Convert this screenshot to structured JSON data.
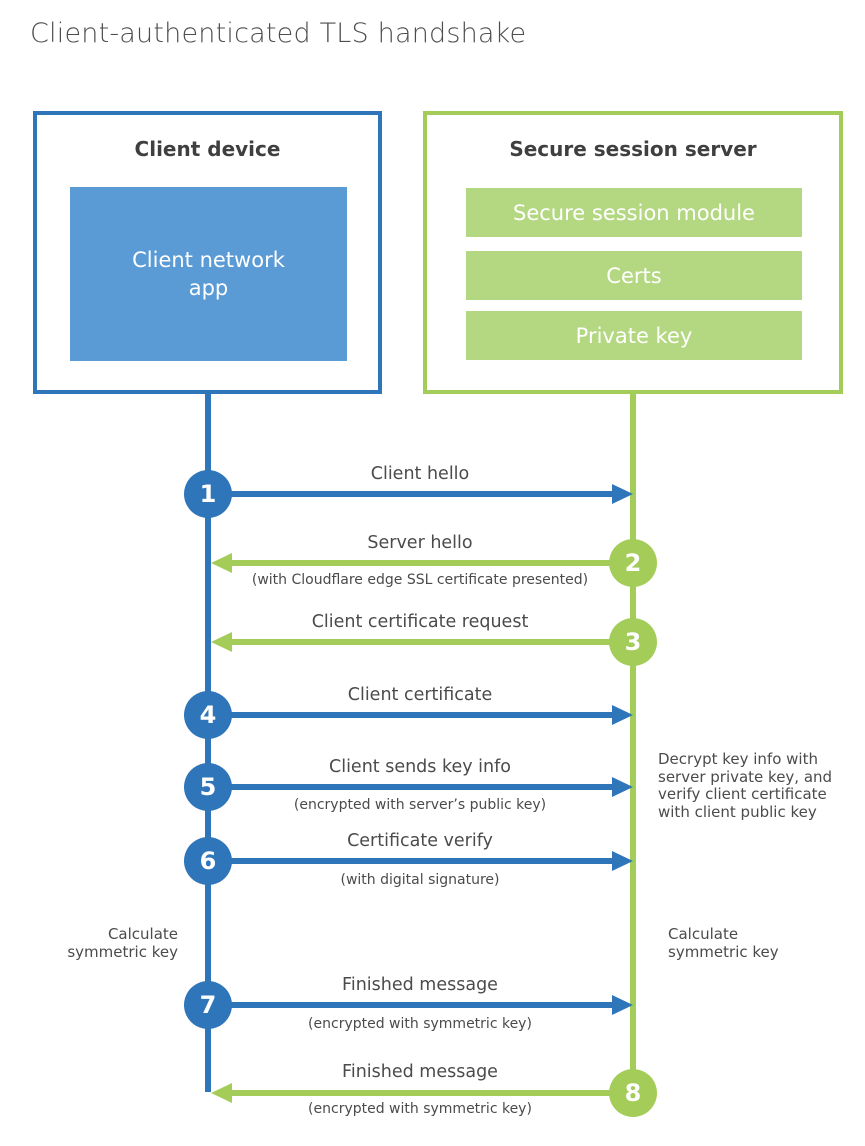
{
  "title": "Client-authenticated TLS handshake",
  "client_box": {
    "title": "Client device",
    "app_label": "Client network\napp"
  },
  "server_box": {
    "title": "Secure session server",
    "modules": {
      "module1": "Secure session module",
      "module2": "Certs",
      "module3": "Private key"
    }
  },
  "steps": [
    {
      "num": "1",
      "label": "Client hello",
      "sub": "",
      "direction": "right",
      "actor": "client"
    },
    {
      "num": "2",
      "label": "Server hello",
      "sub": "(with Cloudflare edge SSL certificate presented)",
      "direction": "left",
      "actor": "server"
    },
    {
      "num": "3",
      "label": "Client certificate request",
      "sub": "",
      "direction": "left",
      "actor": "server"
    },
    {
      "num": "4",
      "label": "Client certificate",
      "sub": "",
      "direction": "right",
      "actor": "client"
    },
    {
      "num": "5",
      "label": "Client sends key info",
      "sub": "(encrypted with server’s public key)",
      "direction": "right",
      "actor": "client"
    },
    {
      "num": "6",
      "label": "Certificate verify",
      "sub": "(with digital signature)",
      "direction": "right",
      "actor": "client"
    },
    {
      "num": "7",
      "label": "Finished message",
      "sub": "(encrypted with symmetric key)",
      "direction": "right",
      "actor": "client"
    },
    {
      "num": "8",
      "label": "Finished message",
      "sub": "(encrypted with symmetric key)",
      "direction": "left",
      "actor": "server"
    }
  ],
  "notes": {
    "server_decrypt": "Decrypt key info with\nserver private key, and\nverify client certificate\nwith client public key",
    "client_calculate": "Calculate\nsymmetric key",
    "server_calculate": "Calculate\nsymmetric key"
  },
  "colors": {
    "blue": "#2e75b9",
    "blue_fill": "#5b9bd5",
    "green": "#a3cd58",
    "green_fill": "#b4d881",
    "text_dark": "#3f3f3f",
    "text_gray": "#4b4b4b"
  }
}
